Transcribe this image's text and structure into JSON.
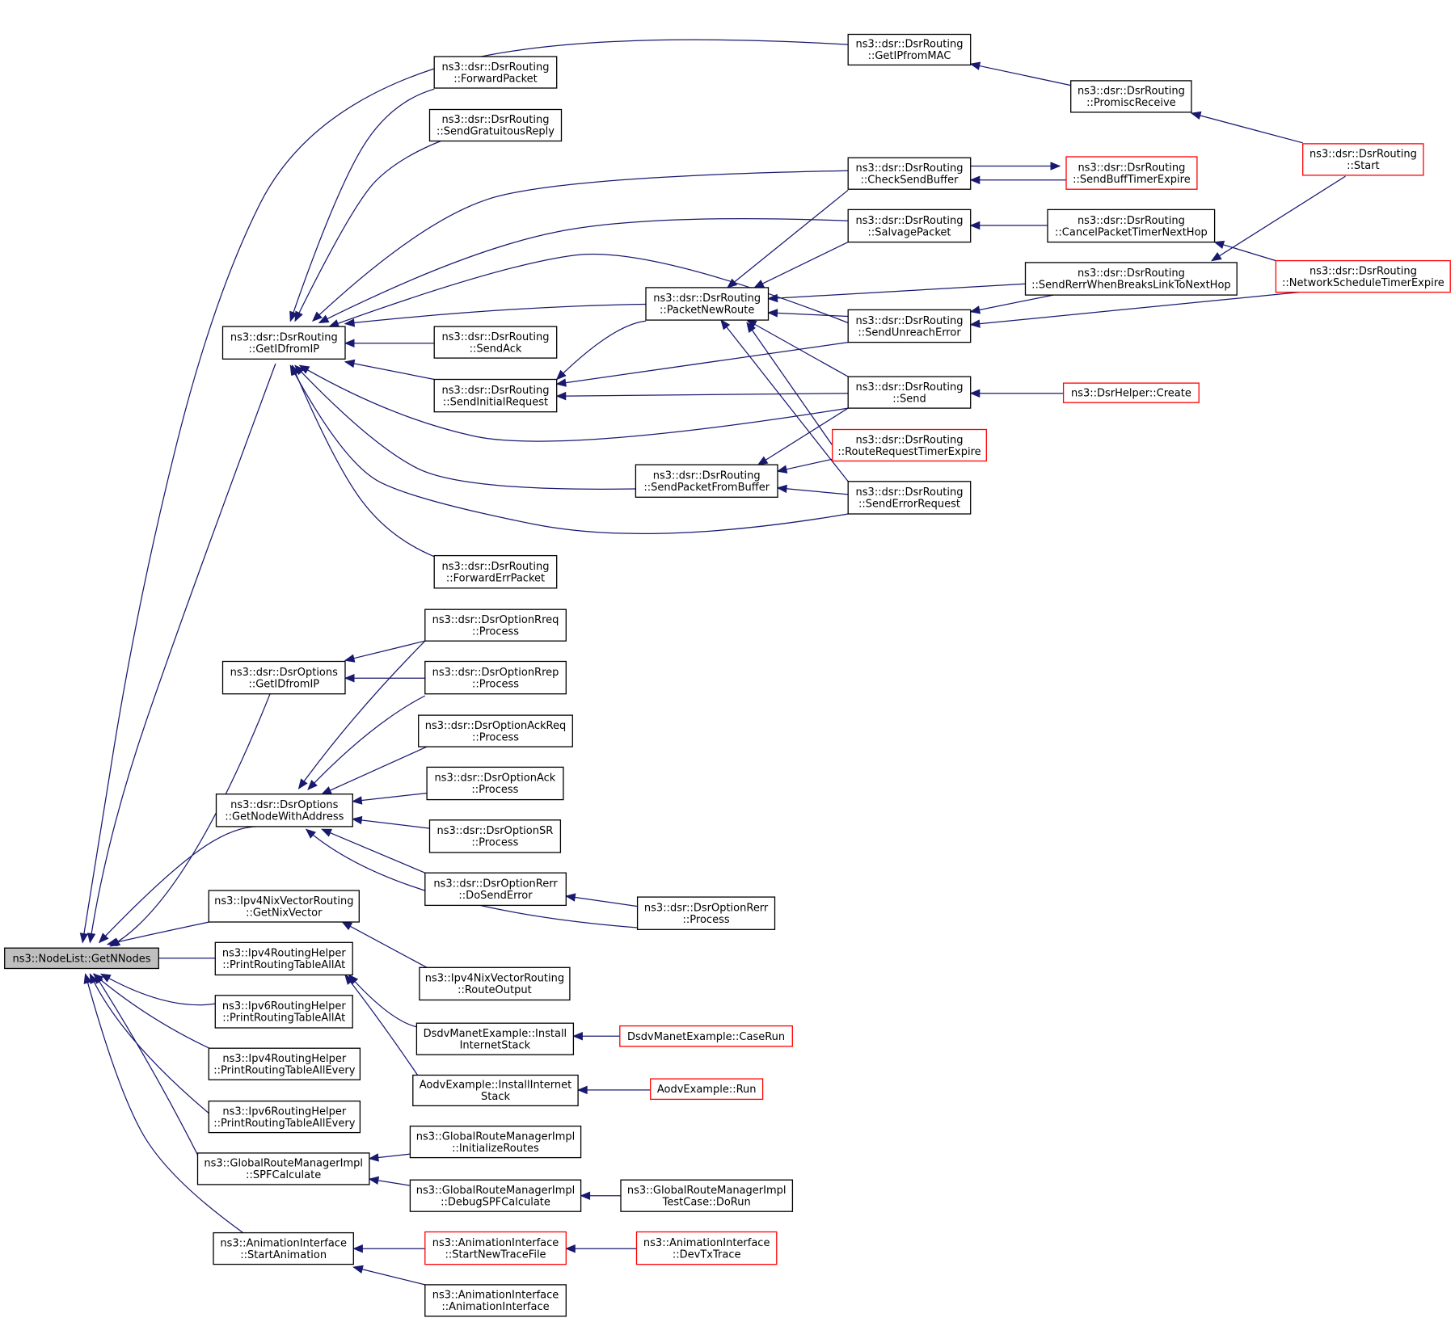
{
  "colors": {
    "edge": "#191970",
    "node_border": "#000000",
    "truncated_border": "#ff0000",
    "root_fill": "#bfbfbf"
  },
  "nodes": [
    {
      "id": "root",
      "lines": [
        "ns3::NodeList::GetNNodes"
      ],
      "style": "root"
    },
    {
      "id": "GetIPfromMAC",
      "lines": [
        "ns3::dsr::DsrRouting",
        "::GetIPfromMAC"
      ]
    },
    {
      "id": "PromiscReceive",
      "lines": [
        "ns3::dsr::DsrRouting",
        "::PromiscReceive"
      ]
    },
    {
      "id": "Start",
      "lines": [
        "ns3::dsr::DsrRouting",
        "::Start"
      ],
      "style": "red"
    },
    {
      "id": "ForwardPacket",
      "lines": [
        "ns3::dsr::DsrRouting",
        "::ForwardPacket"
      ]
    },
    {
      "id": "SendGratuitousReply",
      "lines": [
        "ns3::dsr::DsrRouting",
        "::SendGratuitousReply"
      ]
    },
    {
      "id": "CheckSendBuffer",
      "lines": [
        "ns3::dsr::DsrRouting",
        "::CheckSendBuffer"
      ]
    },
    {
      "id": "SendBuffTimerExpire",
      "lines": [
        "ns3::dsr::DsrRouting",
        "::SendBuffTimerExpire"
      ],
      "style": "red"
    },
    {
      "id": "SalvagePacket",
      "lines": [
        "ns3::dsr::DsrRouting",
        "::SalvagePacket"
      ]
    },
    {
      "id": "CancelPacketTimerNextHop",
      "lines": [
        "ns3::dsr::DsrRouting",
        "::CancelPacketTimerNextHop"
      ]
    },
    {
      "id": "NetworkScheduleTimerExpire",
      "lines": [
        "ns3::dsr::DsrRouting",
        "::NetworkScheduleTimerExpire"
      ],
      "style": "red"
    },
    {
      "id": "SendRerrWhenBreaksLinkToNextHop",
      "lines": [
        "ns3::dsr::DsrRouting",
        "::SendRerrWhenBreaksLinkToNextHop"
      ]
    },
    {
      "id": "PacketNewRoute",
      "lines": [
        "ns3::dsr::DsrRouting",
        "::PacketNewRoute"
      ]
    },
    {
      "id": "SendUnreachError",
      "lines": [
        "ns3::dsr::DsrRouting",
        "::SendUnreachError"
      ]
    },
    {
      "id": "GetIDfromIP_R",
      "lines": [
        "ns3::dsr::DsrRouting",
        "::GetIDfromIP"
      ]
    },
    {
      "id": "SendAck",
      "lines": [
        "ns3::dsr::DsrRouting",
        "::SendAck"
      ]
    },
    {
      "id": "SendInitialRequest",
      "lines": [
        "ns3::dsr::DsrRouting",
        "::SendInitialRequest"
      ]
    },
    {
      "id": "Send",
      "lines": [
        "ns3::dsr::DsrRouting",
        "::Send"
      ]
    },
    {
      "id": "Create",
      "lines": [
        "ns3::DsrHelper::Create"
      ],
      "style": "red"
    },
    {
      "id": "RouteRequestTimerExpire",
      "lines": [
        "ns3::dsr::DsrRouting",
        "::RouteRequestTimerExpire"
      ],
      "style": "red"
    },
    {
      "id": "SendPacketFromBuffer",
      "lines": [
        "ns3::dsr::DsrRouting",
        "::SendPacketFromBuffer"
      ]
    },
    {
      "id": "SendErrorRequest",
      "lines": [
        "ns3::dsr::DsrRouting",
        "::SendErrorRequest"
      ]
    },
    {
      "id": "ForwardErrPacket",
      "lines": [
        "ns3::dsr::DsrRouting",
        "::ForwardErrPacket"
      ]
    },
    {
      "id": "RreqProcess",
      "lines": [
        "ns3::dsr::DsrOptionRreq",
        "::Process"
      ]
    },
    {
      "id": "GetIDfromIP_O",
      "lines": [
        "ns3::dsr::DsrOptions",
        "::GetIDfromIP"
      ]
    },
    {
      "id": "RrepProcess",
      "lines": [
        "ns3::dsr::DsrOptionRrep",
        "::Process"
      ]
    },
    {
      "id": "AckReqProcess",
      "lines": [
        "ns3::dsr::DsrOptionAckReq",
        "::Process"
      ]
    },
    {
      "id": "AckProcess",
      "lines": [
        "ns3::dsr::DsrOptionAck",
        "::Process"
      ]
    },
    {
      "id": "GetNodeWithAddress",
      "lines": [
        "ns3::dsr::DsrOptions",
        "::GetNodeWithAddress"
      ]
    },
    {
      "id": "SRProcess",
      "lines": [
        "ns3::dsr::DsrOptionSR",
        "::Process"
      ]
    },
    {
      "id": "DoSendError",
      "lines": [
        "ns3::dsr::DsrOptionRerr",
        "::DoSendError"
      ]
    },
    {
      "id": "RerrProcess",
      "lines": [
        "ns3::dsr::DsrOptionRerr",
        "::Process"
      ]
    },
    {
      "id": "GetNixVector",
      "lines": [
        "ns3::Ipv4NixVectorRouting",
        "::GetNixVector"
      ]
    },
    {
      "id": "Ipv4PRTAllAt",
      "lines": [
        "ns3::Ipv4RoutingHelper",
        "::PrintRoutingTableAllAt"
      ]
    },
    {
      "id": "RouteOutput",
      "lines": [
        "ns3::Ipv4NixVectorRouting",
        "::RouteOutput"
      ]
    },
    {
      "id": "Ipv6PRTAllAt",
      "lines": [
        "ns3::Ipv6RoutingHelper",
        "::PrintRoutingTableAllAt"
      ]
    },
    {
      "id": "DsdvInstall",
      "lines": [
        "DsdvManetExample::Install",
        "InternetStack"
      ]
    },
    {
      "id": "DsdvCaseRun",
      "lines": [
        "DsdvManetExample::CaseRun"
      ],
      "style": "red"
    },
    {
      "id": "Ipv4PRTAllEvery",
      "lines": [
        "ns3::Ipv4RoutingHelper",
        "::PrintRoutingTableAllEvery"
      ]
    },
    {
      "id": "AodvInstall",
      "lines": [
        "AodvExample::InstallInternet",
        "Stack"
      ]
    },
    {
      "id": "AodvRun",
      "lines": [
        "AodvExample::Run"
      ],
      "style": "red"
    },
    {
      "id": "Ipv6PRTAllEvery",
      "lines": [
        "ns3::Ipv6RoutingHelper",
        "::PrintRoutingTableAllEvery"
      ]
    },
    {
      "id": "InitializeRoutes",
      "lines": [
        "ns3::GlobalRouteManagerImpl",
        "::InitializeRoutes"
      ]
    },
    {
      "id": "SPFCalculate",
      "lines": [
        "ns3::GlobalRouteManagerImpl",
        "::SPFCalculate"
      ]
    },
    {
      "id": "DebugSPFCalculate",
      "lines": [
        "ns3::GlobalRouteManagerImpl",
        "::DebugSPFCalculate"
      ]
    },
    {
      "id": "GRMTestCaseDoRun",
      "lines": [
        "ns3::GlobalRouteManagerImpl",
        "TestCase::DoRun"
      ]
    },
    {
      "id": "StartAnimation",
      "lines": [
        "ns3::AnimationInterface",
        "::StartAnimation"
      ]
    },
    {
      "id": "StartNewTraceFile",
      "lines": [
        "ns3::AnimationInterface",
        "::StartNewTraceFile"
      ],
      "style": "red"
    },
    {
      "id": "DevTxTrace",
      "lines": [
        "ns3::AnimationInterface",
        "::DevTxTrace"
      ],
      "style": "red"
    },
    {
      "id": "AnimationInterfaceCtor",
      "lines": [
        "ns3::AnimationInterface",
        "::AnimationInterface"
      ]
    }
  ]
}
